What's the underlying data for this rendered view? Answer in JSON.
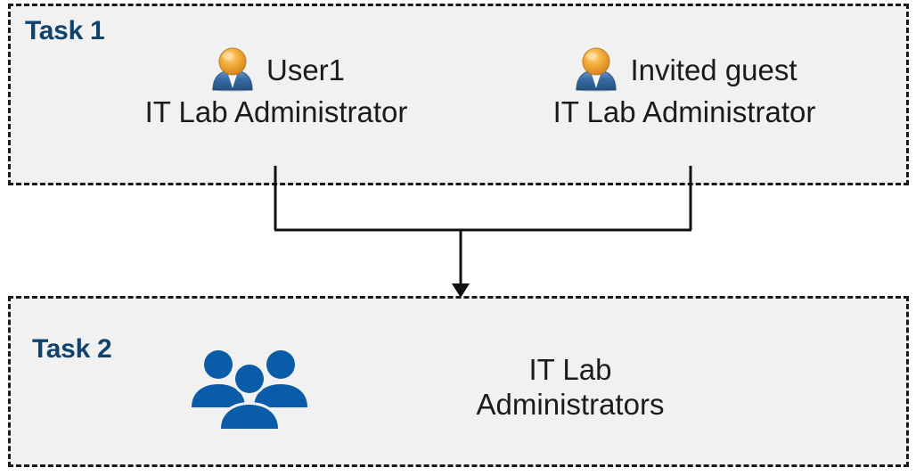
{
  "diagram": {
    "title": "Task 1 / Task 2 group membership diagram",
    "background_color": "#FFFFFF",
    "box_fill_color": "#F1F1F1",
    "box_border_color": "#1A1A1A",
    "label_color": "#10426B",
    "text_color": "#1B1B1B",
    "group_icon_color": "#0A5BA8"
  },
  "task1": {
    "label": "Task 1",
    "people": [
      {
        "icon": "user-icon",
        "name": "User1",
        "role": "IT Lab Administrator"
      },
      {
        "icon": "user-icon",
        "name": "Invited guest",
        "role": "IT Lab Administrator"
      }
    ]
  },
  "task2": {
    "label": "Task 2",
    "group": {
      "icon": "user-group-icon",
      "name": "IT Lab\nAdministrators"
    }
  },
  "connectors": {
    "description": "Two vertical lines from the Task 1 people merge into a horizontal bar and a single down arrow into Task 2",
    "arrow_icon": "down-arrow-icon"
  }
}
